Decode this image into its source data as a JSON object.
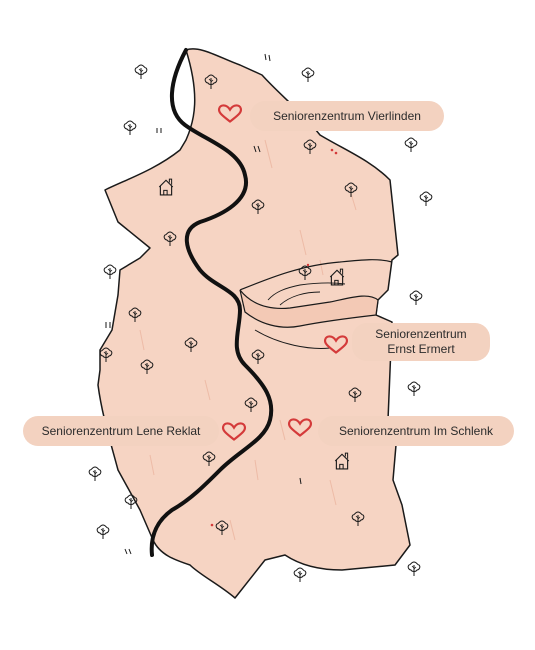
{
  "map": {
    "colors": {
      "land": "#f6d4c3",
      "land_hatch": "#ebb5a0",
      "outline": "#1a1a1a",
      "river": "#111111",
      "heart": "#d43a3a",
      "label_bg": "#f3d2c0",
      "label_text": "#2b2b2b"
    },
    "labels": [
      {
        "id": "vierlinden",
        "text": "Seniorenzentrum Vierlinden"
      },
      {
        "id": "ermert",
        "line1": "Seniorenzentrum",
        "line2": "Ernst Ermert"
      },
      {
        "id": "reklat",
        "text": "Seniorenzentrum Lene Reklat"
      },
      {
        "id": "schlenk",
        "text": "Seniorenzentrum Im Schlenk"
      }
    ],
    "icons": {
      "marker": "heart-icon",
      "tree": "tree-icon",
      "house": "house-icon"
    }
  }
}
